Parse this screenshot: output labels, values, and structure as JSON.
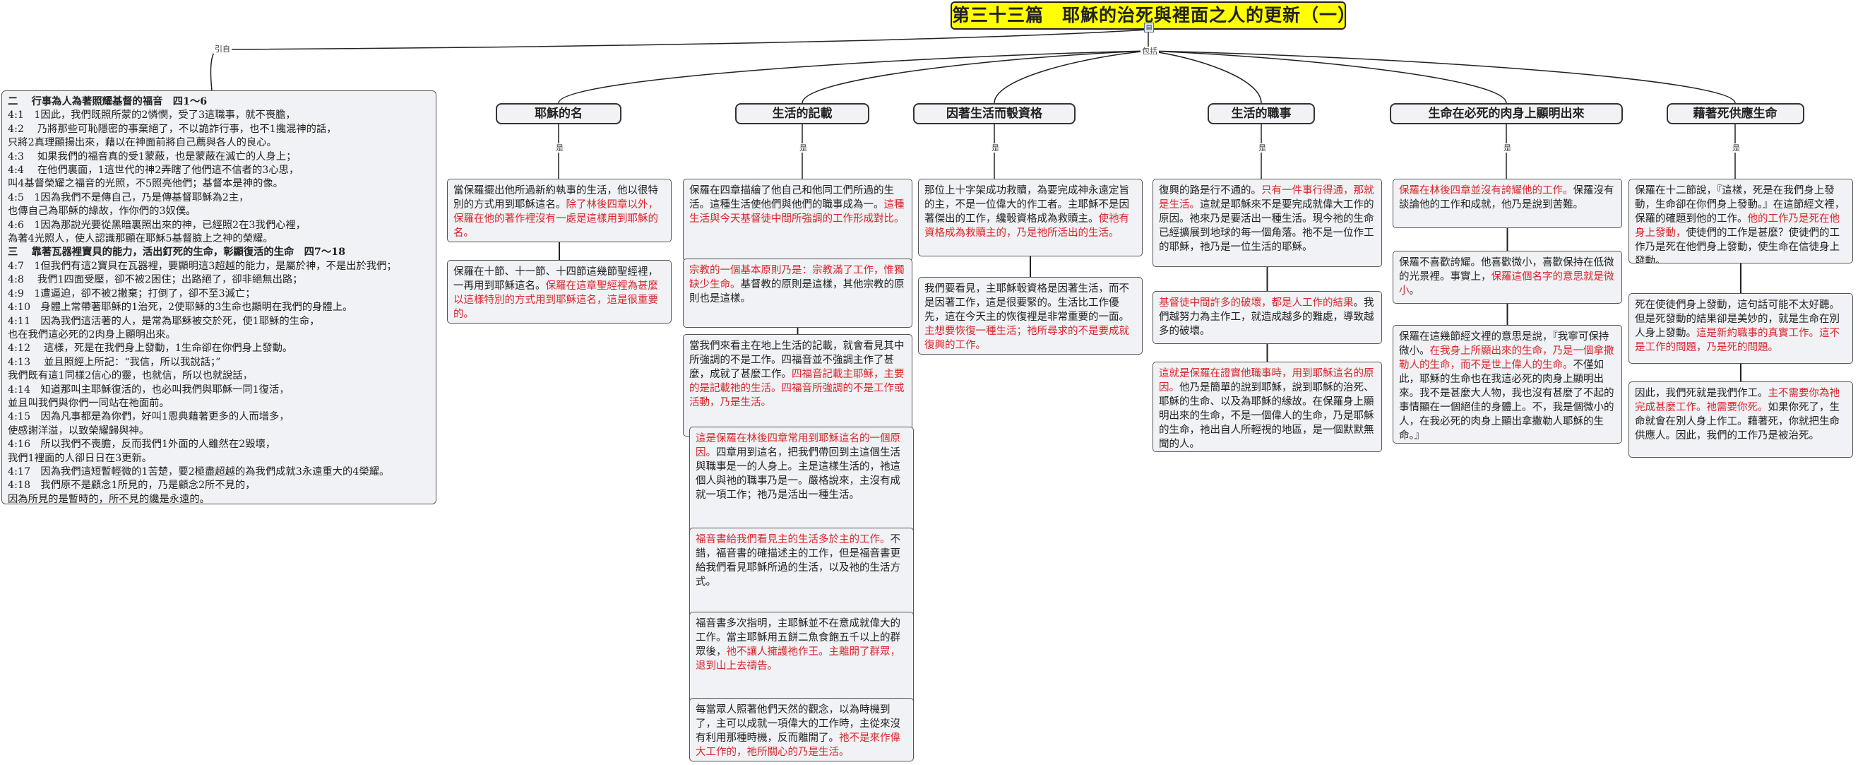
{
  "root": {
    "title": "第三十三篇　耶穌的治死與裡面之人的更新（一）"
  },
  "edge_labels": {
    "left": "引自",
    "right": "包括",
    "child": "是"
  },
  "colors": {
    "root_bg": "#ffff00",
    "node_bg": "#f0f2f5",
    "highlight": "#d9262c"
  },
  "scripture": {
    "lines": [
      {
        "text": "二　 行事為人為著照耀基督的福音　四1～6",
        "bold": true
      },
      {
        "text": "4:1　1因此，我們既照所蒙的2憐憫，受了3這職事，就不喪膽，"
      },
      {
        "text": "4:2　 乃將那些可恥隱密的事棄絕了，不以詭詐行事，也不1攙混神的話，"
      },
      {
        "text": "只將2真理顯揚出來，藉以在神面前將自己薦與各人的良心。"
      },
      {
        "text": "4:3　 如果我們的福音真的受1蒙蔽，也是蒙蔽在滅亡的人身上；"
      },
      {
        "text": "4:4　 在他們裏面，1這世代的神2弄瞎了他們這不信者的3心思，"
      },
      {
        "text": "叫4基督榮耀之福音的光照，不5照亮他們；基督本是神的像。"
      },
      {
        "text": "4:5　1因為我們不是傳自己，乃是傳基督耶穌為2主，"
      },
      {
        "text": "也傳自己為耶穌的緣故，作你們的3奴僕。"
      },
      {
        "text": "4:6　1因為那說光要從黑暗裏照出來的神，已經照2在3我們心裡，"
      },
      {
        "text": "為著4光照人，使人認識那顯在耶穌5基督臉上之神的榮耀。"
      },
      {
        "text": "三　 靠著瓦器裡寶貝的能力，活出釘死的生命，彰顯復活的生命　四7～18",
        "bold": true
      },
      {
        "text": "4:7　1但我們有這2寶貝在瓦器裡，要顯明這3超越的能力，是屬於神，不是出於我們；"
      },
      {
        "text": "4:8　 我們1四面受壓，卻不被2困住；出路絕了，卻非絕無出路；"
      },
      {
        "text": "4:9　1遭逼迫，卻不被2撇棄；打倒了，卻不至3滅亡；"
      },
      {
        "text": "4:10　身體上常帶著耶穌的1治死，2使耶穌的3生命也顯明在我們的身體上。"
      },
      {
        "text": "4:11　因為我們這活著的人，是常為耶穌被交於死，使1耶穌的生命，"
      },
      {
        "text": "也在我們這必死的2肉身上顯明出來。"
      },
      {
        "text": "4:12　 這樣，死是在我們身上發動，1生命卻在你們身上發動。"
      },
      {
        "text": "4:13　 並且照經上所記：“我信，所以我說話；”"
      },
      {
        "text": "我們既有這1同樣2信心的靈，也就信，所以也就說話，"
      },
      {
        "text": "4:14　知道那叫主耶穌復活的，也必叫我們與耶穌一同1復活，"
      },
      {
        "text": "並且叫我們與你們一同站在祂面前。"
      },
      {
        "text": "4:15　因為凡事都是為你們，好叫1恩典藉著更多的人而增多，"
      },
      {
        "text": "使感謝洋溢，以致榮耀歸與神。"
      },
      {
        "text": "4:16　所以我們不喪膽，反而我們1外面的人雖然在2毀壞，"
      },
      {
        "text": "我們1裡面的人卻日日在3更新。"
      },
      {
        "text": "4:17　因為我們這短暫輕微的1苦楚，要2極盡超越的為我們成就3永遠重大的4榮耀。"
      },
      {
        "text": "4:18　我們原不是顧念1所見的，乃是顧念2所不見的，"
      },
      {
        "text": "因為所見的是暫時的，所不見的纔是永遠的。"
      }
    ]
  },
  "topics": [
    {
      "title": "耶穌的名",
      "boxes": [
        {
          "segments": [
            {
              "t": "當保羅擺出他所過新約執事的生活，他以很特別的方式用到耶穌這名。"
            },
            {
              "t": "除了林後四章以外，保羅在他的著作裡沒有一處是這樣用到耶穌的名。",
              "red": true
            }
          ]
        },
        {
          "segments": [
            {
              "t": "保羅在十節、十一節、十四節這幾節聖經裡，一再用到耶穌這名。"
            },
            {
              "t": "保羅在這章聖經裡為甚麼以這樣特別的方式用到耶穌這名，這是很重要的。",
              "red": true
            }
          ]
        }
      ]
    },
    {
      "title": "生活的記載",
      "boxes": [
        {
          "segments": [
            {
              "t": "保羅在四章描繪了他自己和他同工們所過的生活。這種生活使他們與他們的職事成為一。"
            },
            {
              "t": "這種生活與今天基督徒中間所強調的工作形成對比。",
              "red": true
            }
          ]
        },
        {
          "segments": [
            {
              "t": "宗教的一個基本原則乃是：宗教滿了工作，惟獨缺少生命。",
              "red": true
            },
            {
              "t": "基督教的原則是這樣，其他宗教的原則也是這樣。"
            }
          ]
        },
        {
          "segments": [
            {
              "t": "當我們來看主在地上生活的記載，就會看見其中所強調的不是工作。四福音並不強調主作了甚麼，成就了甚麼工作。"
            },
            {
              "t": "四福音記載主耶穌，主要的是記載祂的生活。四福音所強調的不是工作或活動，乃是生活。",
              "red": true
            }
          ]
        },
        {
          "segments": [
            {
              "t": "這是保羅在林後四章常用到耶穌這名的一個原因。",
              "red": true
            },
            {
              "t": "四章用到這名，把我們帶回到主這個生活與職事是一的人身上。主是這樣生活的，祂這個人與祂的職事乃是一。嚴格說來，主沒有成就一項工作；祂乃是活出一種生活。"
            }
          ]
        },
        {
          "segments": [
            {
              "t": "福音書給我們看見主的生活多於主的工作。",
              "red": true
            },
            {
              "t": "不錯，福音書的確描述主的工作，但是福音書更給我們看見耶穌所過的生活，以及祂的生活方式。"
            }
          ]
        },
        {
          "segments": [
            {
              "t": "福音書多次指明，主耶穌並不在意成就偉大的工作。當主耶穌用五餅二魚食飽五千以上的群眾後，"
            },
            {
              "t": "祂不讓人擁護祂作王。主離開了群眾，退到山上去禱告。",
              "red": true
            }
          ]
        },
        {
          "segments": [
            {
              "t": "每當眾人照著他們天然的觀念，以為時機到了，主可以成就一項偉大的工作時，主從來沒有利用那種時機，反而離開了。"
            },
            {
              "t": "祂不是來作偉大工作的，祂所關心的乃是生活。",
              "red": true
            }
          ]
        }
      ]
    },
    {
      "title": "因著生活而彀資格",
      "boxes": [
        {
          "segments": [
            {
              "t": "那位上十字架成功救贖，為要完成神永遠定旨的主，不是一位偉大的作工者。主耶穌不是因著傑出的工作，纔彀資格成為救贖主。"
            },
            {
              "t": "使祂有資格成為救贖主的，乃是祂所活出的生活。",
              "red": true
            }
          ]
        },
        {
          "segments": [
            {
              "t": "我們要看見，主耶穌彀資格是因著生活，而不是因著工作，這是很要緊的。生活比工作優先，這在今天主的恢復裡是非常重要的一面。"
            },
            {
              "t": "主想要恢復一種生活；祂所尋求的不是要成就復興的工作。",
              "red": true
            }
          ]
        }
      ]
    },
    {
      "title": "生活的職事",
      "boxes": [
        {
          "segments": [
            {
              "t": "復興的路是行不通的。"
            },
            {
              "t": "只有一件事行得通，那就是生活。",
              "red": true
            },
            {
              "t": "這就是耶穌來不是要完成就偉大工作的原因。祂來乃是要活出一種生活。現今祂的生命已經擴展到地球的每一個角落。祂不是一位作工的耶穌，祂乃是一位生活的耶穌。"
            }
          ]
        },
        {
          "segments": [
            {
              "t": "基督徒中間許多的破壞，都是人工作的結果",
              "red": true
            },
            {
              "t": "。我們越努力為主作工，就造成越多的難處，導致越多的破壞。"
            }
          ]
        },
        {
          "segments": [
            {
              "t": "這就是保羅在證實他職事時，用到耶穌這名的原因。",
              "red": true
            },
            {
              "t": "他乃是簡單的說到耶穌，說到耶穌的治死、耶穌的生命、以及為耶穌的緣故。在保羅身上顯明出來的生命，不是一個偉人的生命，乃是耶穌的生命，祂出自人所輕視的地區，是一個默默無聞的人。"
            }
          ]
        }
      ]
    },
    {
      "title": "生命在必死的肉身上顯明出來",
      "boxes": [
        {
          "segments": [
            {
              "t": "保羅在林後四章並沒有誇耀他的工作。",
              "red": true
            },
            {
              "t": "保羅沒有談論他的工作和成就，他乃是說到苦難。"
            }
          ]
        },
        {
          "segments": [
            {
              "t": "保羅不喜歡誇耀。他喜歡微小，喜歡保持在低微的光景裡。事實上，"
            },
            {
              "t": "保羅這個名字的意思就是微小",
              "red": true
            },
            {
              "t": "。"
            }
          ]
        },
        {
          "segments": [
            {
              "t": "保羅在這幾節經文裡的意思是說，『我寧可保持微小。"
            },
            {
              "t": "在我身上所顯出來的生命，乃是一個拿撒勒人的生命，而不是世上偉人的生命。",
              "red": true
            },
            {
              "t": "不僅如此，耶穌的生命也在我這必死的肉身上顯明出來。我不是甚麼大人物，我也沒有甚麼了不起的事情顯在一個絕佳的身體上。不，我是個微小的人，在我必死的肉身上顯出拿撒勒人耶穌的生命。』"
            }
          ]
        }
      ]
    },
    {
      "title": "藉著死供應生命",
      "boxes": [
        {
          "segments": [
            {
              "t": "保羅在十二節說，『這樣，死是在我們身上發動，生命卻在你們身上發動。』在這節經文裡，保羅的確題到他的工作。"
            },
            {
              "t": "他的工作乃是死在他身上發動，",
              "red": true
            },
            {
              "t": "使徒們的工作是甚麼？使徒們的工作乃是死在他們身上發動，使生命在信徒身上發動。"
            }
          ]
        },
        {
          "segments": [
            {
              "t": "死在使徒們身上發動，這句話可能不太好聽。但是死發動的結果卻是美妙的，就是生命在別人身上發動。"
            },
            {
              "t": "這是新約職事的真實工作。這不是工作的問題，乃是死的問題。",
              "red": true
            }
          ]
        },
        {
          "segments": [
            {
              "t": "因此，我們死就是我們作工。"
            },
            {
              "t": "主不需要你為祂完成甚麼工作。祂需要你死。",
              "red": true
            },
            {
              "t": "如果你死了，生命就會在別人身上作工。藉著死，你就把生命供應人。因此，我們的工作乃是被治死。"
            }
          ]
        }
      ]
    }
  ]
}
